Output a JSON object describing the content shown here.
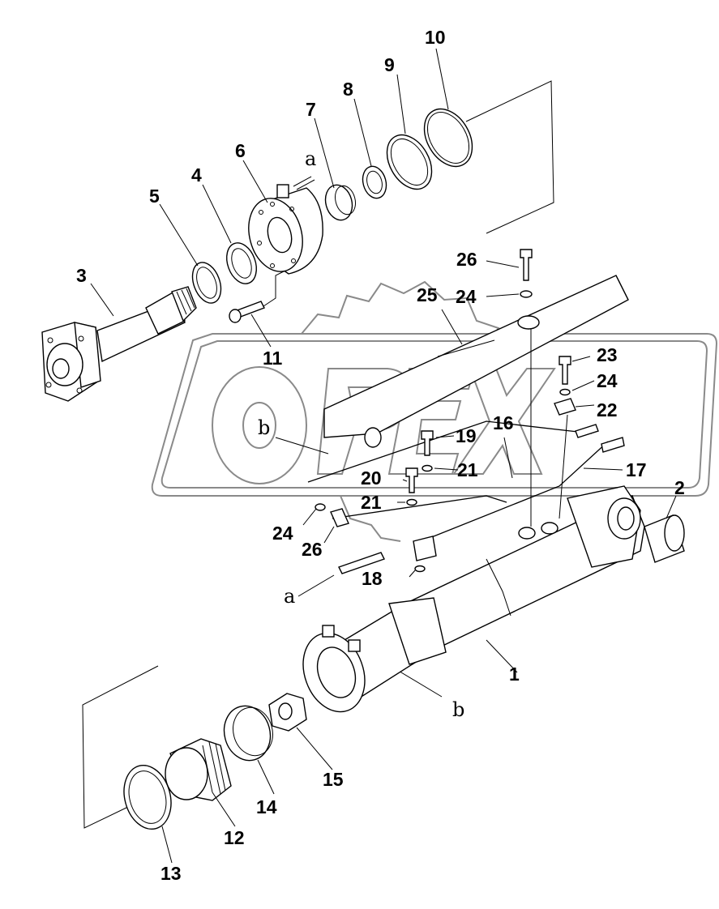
{
  "watermark": {
    "text": "OPEX"
  },
  "part_labels": {
    "p1": "1",
    "p2": "2",
    "p3": "3",
    "p4": "4",
    "p5": "5",
    "p6": "6",
    "p7": "7",
    "p8": "8",
    "p9": "9",
    "p10": "10",
    "p11": "11",
    "p12": "12",
    "p13": "13",
    "p14": "14",
    "p15": "15",
    "p16": "16",
    "p17": "17",
    "p18": "18",
    "p19": "19",
    "p20": "20",
    "p21a": "21",
    "p21b": "21",
    "p22": "22",
    "p23": "23",
    "p24a": "24",
    "p24b": "24",
    "p24c": "24",
    "p25": "25",
    "p26a": "26",
    "p26b": "26"
  },
  "reference_labels": {
    "a_top": "a",
    "a_bottom": "a",
    "b_left": "b",
    "b_right": "b"
  }
}
